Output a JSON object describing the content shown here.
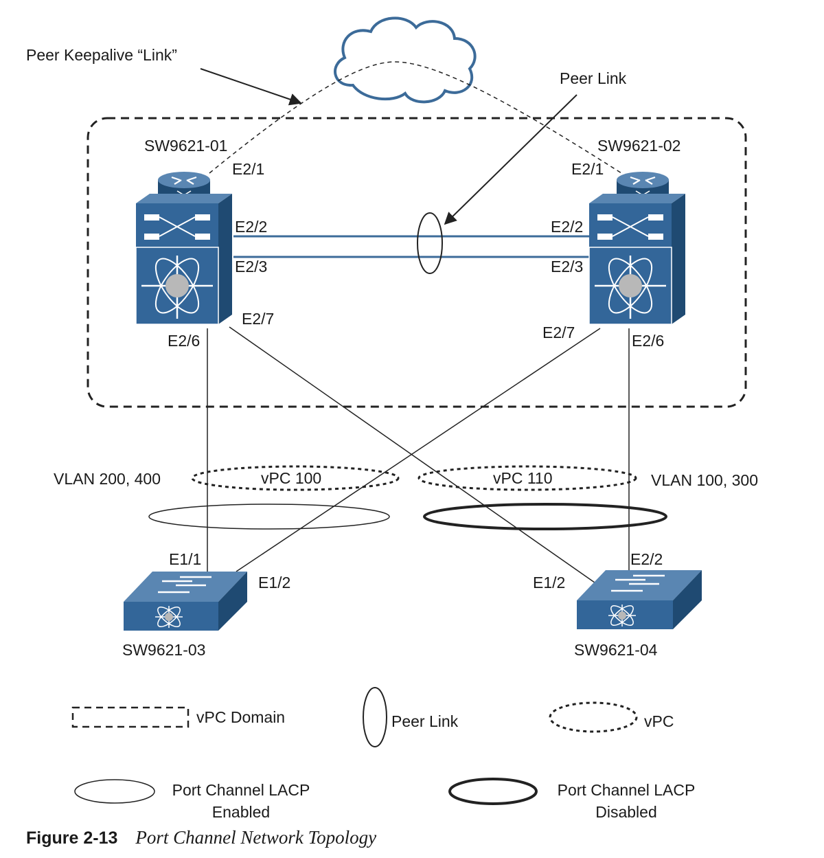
{
  "colors": {
    "device_fill": "#336699",
    "device_dark": "#1f4a72",
    "device_light": "#5a86b2",
    "line": "#222222",
    "peer_link": "#3c6b99",
    "hub": "#b8b8b8"
  },
  "icons": {
    "cloud": "cloud-icon",
    "router": "router-icon",
    "nexus": "nexus-switch-icon",
    "access_switch": "access-switch-icon"
  },
  "annotations": {
    "keepalive": "Peer Keepalive “Link”",
    "peer_link": "Peer Link"
  },
  "devices": {
    "sw1": {
      "name": "SW9621-01"
    },
    "sw2": {
      "name": "SW9621-02"
    },
    "sw3": {
      "name": "SW9621-03"
    },
    "sw4": {
      "name": "SW9621-04"
    }
  },
  "ports": {
    "sw1_e21": "E2/1",
    "sw1_e22": "E2/2",
    "sw1_e23": "E2/3",
    "sw1_e26": "E2/6",
    "sw1_e27": "E2/7",
    "sw2_e21": "E2/1",
    "sw2_e22": "E2/2",
    "sw2_e23": "E2/3",
    "sw2_e26": "E2/6",
    "sw2_e27": "E2/7",
    "sw3_e11": "E1/1",
    "sw3_e12": "E1/2",
    "sw4_e22": "E2/2",
    "sw4_e12": "E1/2"
  },
  "vpc": {
    "left_label": "vPC 100",
    "right_label": "vPC 110",
    "left_vlans": "VLAN 200, 400",
    "right_vlans": "VLAN 100, 300"
  },
  "legend": {
    "vpc_domain": "vPC Domain",
    "peer_link": "Peer Link",
    "vpc": "vPC",
    "lacp_enabled_l1": "Port Channel LACP",
    "lacp_enabled_l2": "Enabled",
    "lacp_disabled_l1": "Port Channel LACP",
    "lacp_disabled_l2": "Disabled"
  },
  "caption": {
    "number": "Figure 2-13",
    "title": "Port Channel Network Topology"
  }
}
